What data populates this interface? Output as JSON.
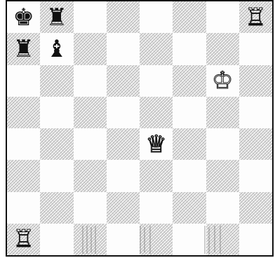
{
  "board": {
    "orientation": "white-bottom",
    "files": [
      "a",
      "b",
      "c",
      "d",
      "e",
      "f",
      "g",
      "h"
    ],
    "ranks": [
      8,
      7,
      6,
      5,
      4,
      3,
      2,
      1
    ],
    "pieces": [
      {
        "square": "a8",
        "color": "black",
        "type": "king",
        "glyph": "♚",
        "name": "black-king-icon"
      },
      {
        "square": "b8",
        "color": "black",
        "type": "rook",
        "glyph": "♜",
        "name": "black-rook-icon"
      },
      {
        "square": "h8",
        "color": "white",
        "type": "rook",
        "glyph": "♖",
        "name": "white-rook-icon"
      },
      {
        "square": "a7",
        "color": "black",
        "type": "rook",
        "glyph": "♜",
        "name": "black-rook-icon"
      },
      {
        "square": "b7",
        "color": "black",
        "type": "bishop",
        "glyph": "♝",
        "name": "black-bishop-icon"
      },
      {
        "square": "g6",
        "color": "white",
        "type": "king",
        "glyph": "♔",
        "name": "white-king-icon"
      },
      {
        "square": "e4",
        "color": "white",
        "type": "queen",
        "glyph": "♕",
        "name": "white-queen-icon"
      },
      {
        "square": "a1",
        "color": "white",
        "type": "rook",
        "glyph": "♖",
        "name": "white-rook-icon"
      }
    ]
  },
  "colors": {
    "light_square": "#fdfdfd",
    "dark_square": "#f1f1f1",
    "border": "#111111"
  }
}
